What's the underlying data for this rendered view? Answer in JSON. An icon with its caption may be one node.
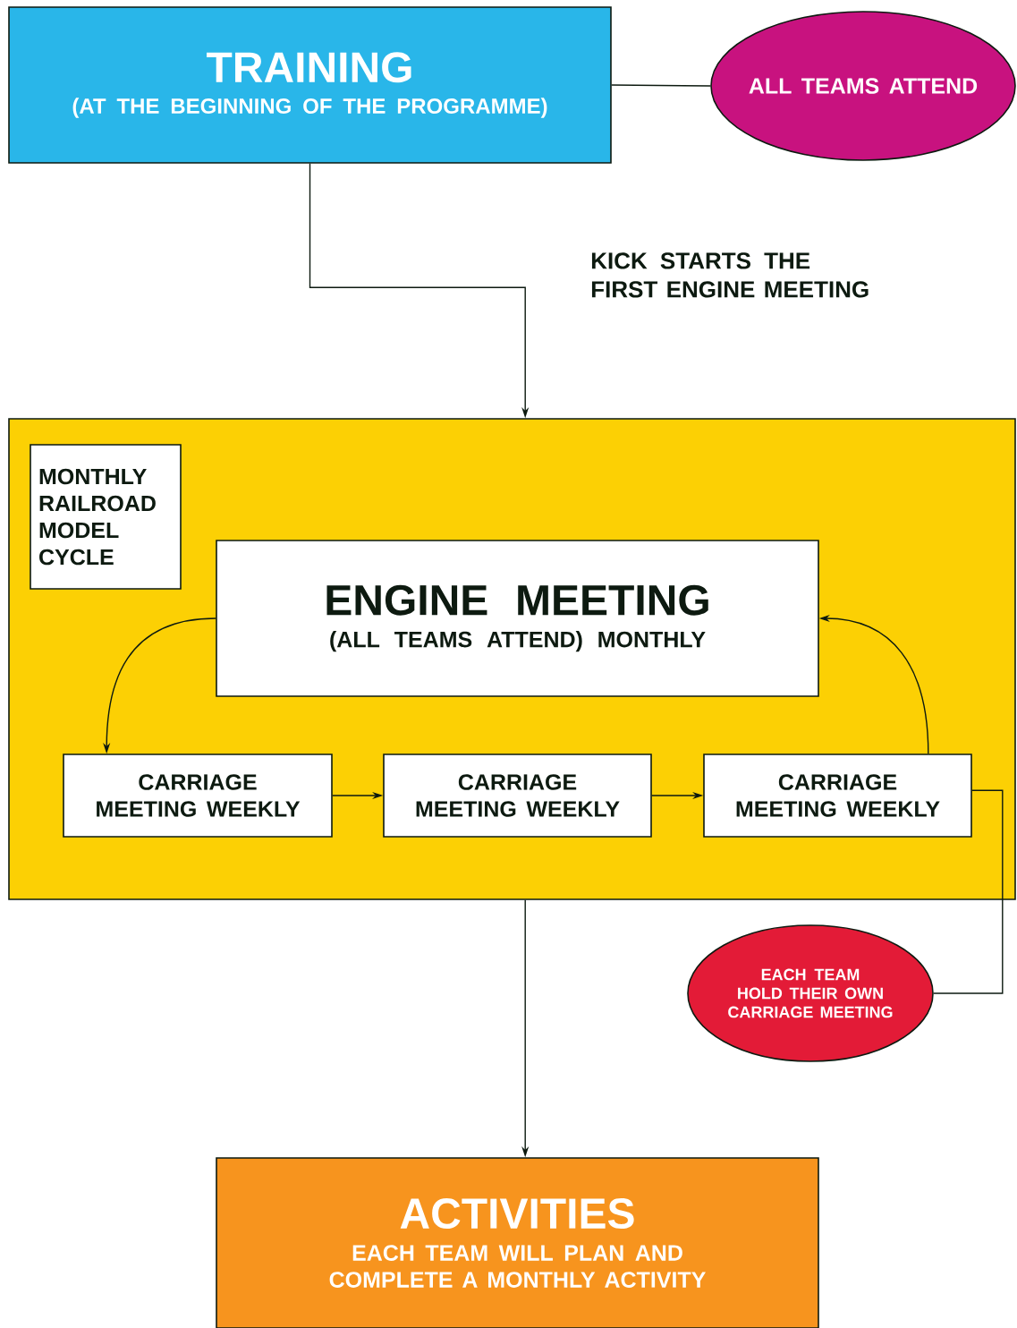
{
  "diagram": {
    "nodes": [
      {
        "text": [
          "TRAINING",
          "(AT THE BEGINNING OF THE PROGRAMME)"
        ]
      },
      {
        "text": [
          "ALL TEAMS ATTEND"
        ]
      },
      {
        "text": [],
        "shape": "box"
      },
      {
        "text": [
          "MONTHLY RAILROAD MODEL CYCLE"
        ],
        "in": 2
      },
      {
        "text": [
          "ENGINE MEETING",
          "(ALL TEAMS ATTEND) MONTHLY"
        ],
        "in": 2
      },
      {
        "text": [
          "CARRIAGE MEETING WEEKLY"
        ],
        "in": 2
      },
      {
        "text": [
          "CARRIAGE MEETING WEEKLY"
        ],
        "in": 2
      },
      {
        "text": [
          "CARRIAGE MEETING WEEKLY"
        ],
        "in": 2
      },
      {
        "text": [
          "EACH TEAM HOLD THEIR OWN CARRIAGE MEETING"
        ]
      },
      {
        "text": [
          "ACTIVITIES",
          "EACH TEAM WILL PLAN AND COMPLETE A MONTHLY ACTIVITY"
        ]
      }
    ],
    "edges": [
      {
        "from": 0,
        "to": 1,
        "arrow": "none"
      },
      {
        "from": 0,
        "to": 2,
        "arrow": "to",
        "label": "KICK STARTS THE FIRST ENGINE MEETING"
      },
      {
        "from": 4,
        "to": 5,
        "arrow": "to"
      },
      {
        "from": 5,
        "to": 6,
        "arrow": "to"
      },
      {
        "from": 6,
        "to": 7,
        "arrow": "to"
      },
      {
        "from": 7,
        "to": 4,
        "arrow": "to"
      },
      {
        "from": 7,
        "to": 8,
        "arrow": "none"
      },
      {
        "from": 2,
        "to": 9,
        "arrow": "to"
      }
    ]
  }
}
